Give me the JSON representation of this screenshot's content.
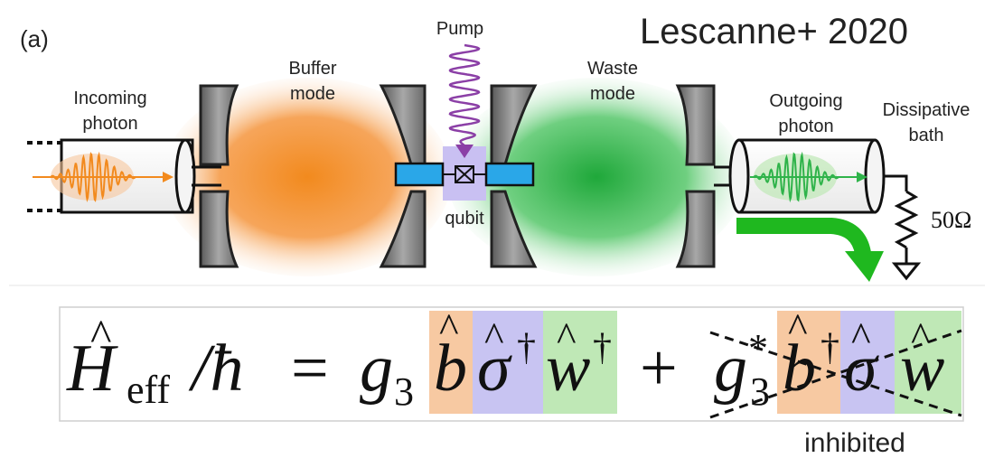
{
  "panel_label": "(a)",
  "citation": "Lescanne+ 2020",
  "labels": {
    "pump": "Pump",
    "buffer_line1": "Buffer",
    "buffer_line2": "mode",
    "waste_line1": "Waste",
    "waste_line2": "mode",
    "incoming_line1": "Incoming",
    "incoming_line2": "photon",
    "outgoing_line1": "Outgoing",
    "outgoing_line2": "photon",
    "bath_line1": "Dissipative",
    "bath_line2": "bath",
    "qubit": "qubit",
    "resistance": "50Ω",
    "inhibited": "inhibited"
  },
  "equation": {
    "H": "H",
    "hat": "^",
    "eff": "eff",
    "slash": "/ħ",
    "equals": "=",
    "g": "g",
    "sub3": "3",
    "b": "b",
    "sigma": "σ",
    "w": "w",
    "dagger": "†",
    "plus": "+",
    "star": "*"
  },
  "colors": {
    "buffer": "#f28a1e",
    "waste": "#2fb34a",
    "pump": "#8b3fa6",
    "qubit_box": "#c9c0f2",
    "junction_pad": "#2aa7e8",
    "mirror": "#6f6f6f",
    "eq_b_box": "#f7c9a2",
    "eq_sigma_box": "#c8c4f2",
    "eq_w_box": "#bfe8b6",
    "arrow_green": "#1fb81f"
  }
}
